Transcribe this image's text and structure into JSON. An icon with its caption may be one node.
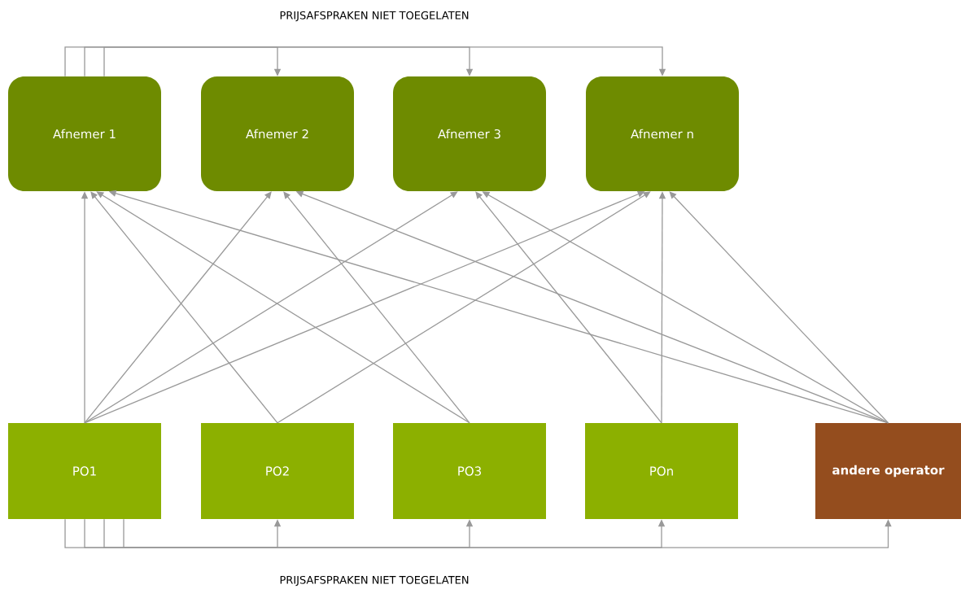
{
  "diagram": {
    "nodes": [
      {
        "text": [
          "Afnemer 1"
        ]
      },
      {
        "text": [
          "Afnemer 2"
        ]
      },
      {
        "text": [
          "Afnemer 3"
        ]
      },
      {
        "text": [
          "Afnemer n"
        ]
      },
      {
        "text": [
          "PO1"
        ]
      },
      {
        "text": [
          "PO2"
        ]
      },
      {
        "text": [
          "PO3"
        ]
      },
      {
        "text": [
          "POn"
        ]
      },
      {
        "text": [
          "andere operator"
        ]
      }
    ],
    "edges": [
      {
        "from": 4,
        "to": 0,
        "arrow": "to"
      },
      {
        "from": 4,
        "to": 1,
        "arrow": "to"
      },
      {
        "from": 4,
        "to": 2,
        "arrow": "to"
      },
      {
        "from": 4,
        "to": 3,
        "arrow": "to"
      },
      {
        "from": 5,
        "to": 0,
        "arrow": "to"
      },
      {
        "from": 5,
        "to": 3,
        "arrow": "to"
      },
      {
        "from": 6,
        "to": 0,
        "arrow": "to"
      },
      {
        "from": 6,
        "to": 1,
        "arrow": "to"
      },
      {
        "from": 7,
        "to": 2,
        "arrow": "to"
      },
      {
        "from": 7,
        "to": 3,
        "arrow": "to"
      },
      {
        "from": 8,
        "to": 0,
        "arrow": "to"
      },
      {
        "from": 8,
        "to": 1,
        "arrow": "to"
      },
      {
        "from": 8,
        "to": 2,
        "arrow": "to"
      },
      {
        "from": 8,
        "to": 3,
        "arrow": "to"
      },
      {
        "from": 0,
        "to": 1,
        "arrow": "to"
      },
      {
        "from": 0,
        "to": 2,
        "arrow": "to"
      },
      {
        "from": 0,
        "to": 3,
        "arrow": "to"
      },
      {
        "from": 4,
        "to": 5,
        "arrow": "to"
      },
      {
        "from": 4,
        "to": 6,
        "arrow": "to"
      },
      {
        "from": 4,
        "to": 7,
        "arrow": "to"
      },
      {
        "from": 4,
        "to": 8,
        "arrow": "to"
      }
    ],
    "labels": [
      "PRIJSAFSPRAKEN NIET TOEGELATEN",
      "PRIJSAFSPRAKEN NIET TOEGELATEN"
    ]
  }
}
